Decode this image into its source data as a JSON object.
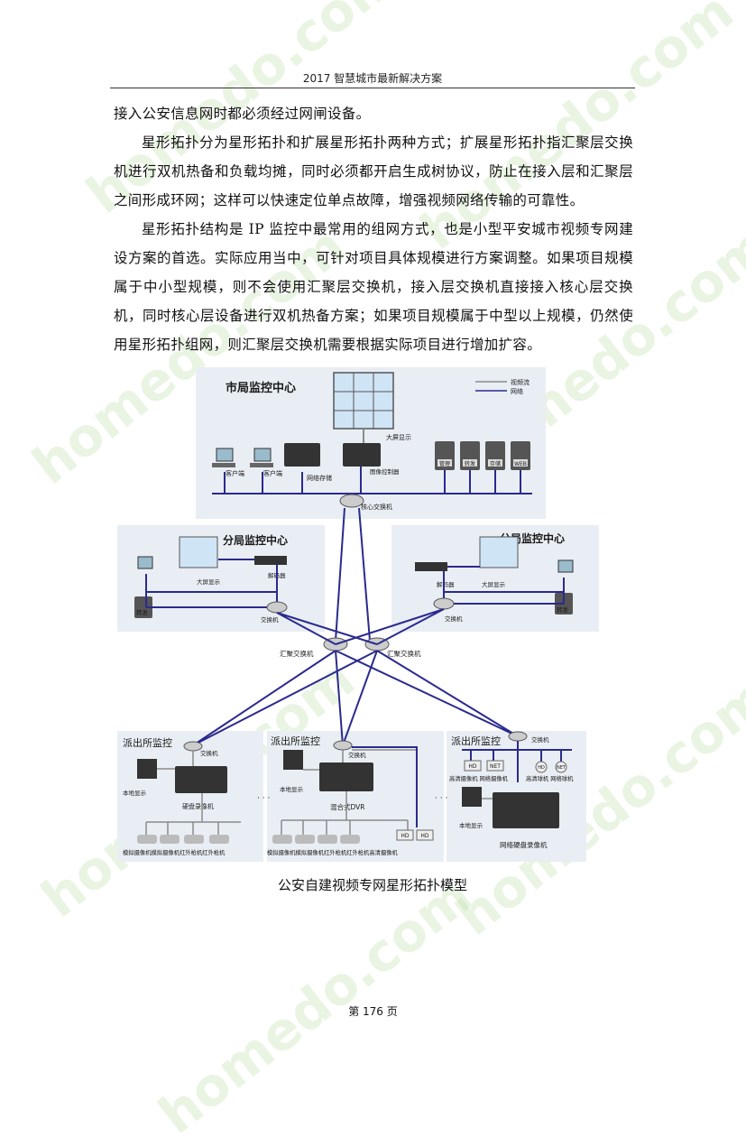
{
  "header": {
    "title": "2017 智慧城市最新解决方案"
  },
  "paragraphs": [
    "接入公安信息网时都必须经过网闸设备。",
    "星形拓扑分为星形拓扑和扩展星形拓扑两种方式；扩展星形拓扑指汇聚层交换机进行双机热备和负载均摊，同时必须都开启生成树协议，防止在接入层和汇聚层之间形成环网；这样可以快速定位单点故障，增强视频网络传输的可靠性。",
    "星形拓扑结构是 IP 监控中最常用的组网方式，也是小型平安城市视频专网建设方案的首选。实际应用当中，可针对项目具体规模进行方案调整。如果项目规模属于中小型规模，则不会使用汇聚层交换机，接入层交换机直接接入核心层交换机，同时核心层设备进行双机热备方案；如果项目规模属于中型以上规模，仍然使用星形拓扑组网，则汇聚层交换机需要根据实际项目进行增加扩容。"
  ],
  "figure": {
    "caption": "公安自建视频专网星形拓扑模型",
    "legend": {
      "video": "视频流",
      "network": "网络"
    },
    "city": {
      "title": "市局监控中心",
      "big_screen": "大屏显示",
      "client1": "客户端",
      "client2": "客户端",
      "storage": "网络存储",
      "image_controller": "图像控制器",
      "servers": [
        "管理",
        "转发",
        "存储",
        "WEB"
      ],
      "core_switch": "核心交换机"
    },
    "branch_left": {
      "title": "分局监控中心",
      "big_screen": "大屏显示",
      "decoder": "解码器",
      "forward": "转发",
      "switch": "交换机"
    },
    "branch_right": {
      "title": "分局监控中心",
      "big_screen": "大屏显示",
      "decoder": "解码器",
      "forward": "转发",
      "switch": "交换机"
    },
    "agg1": "汇聚交换机",
    "agg2": "汇聚交换机",
    "station1": {
      "title": "派出所监控",
      "switch": "交换机",
      "display": "本地显示",
      "recorder": "硬盘录像机",
      "cameras": "模拟摄像机模拟摄像机红外枪机红外枪机"
    },
    "station2": {
      "title": "派出所监控",
      "switch": "交换机",
      "display": "本地显示",
      "recorder": "混合式DVR",
      "cameras": "模拟摄像机模拟摄像机红外枪机红外枪机高清摄像机"
    },
    "station3": {
      "title": "派出所监控",
      "switch": "交换机",
      "display": "本地显示",
      "recorder": "网络硬盘录像机",
      "cameras_top": "高清摄像机 网络摄像机",
      "domes": "高清球机 网络球机"
    },
    "hd": "HD",
    "net": "NET",
    "dots": "· · ·"
  },
  "page_number": "第 176 页",
  "colors": {
    "panel": "#e8eef5",
    "network_line": "#2a2a8f",
    "video_line": "#8a8a8a"
  }
}
